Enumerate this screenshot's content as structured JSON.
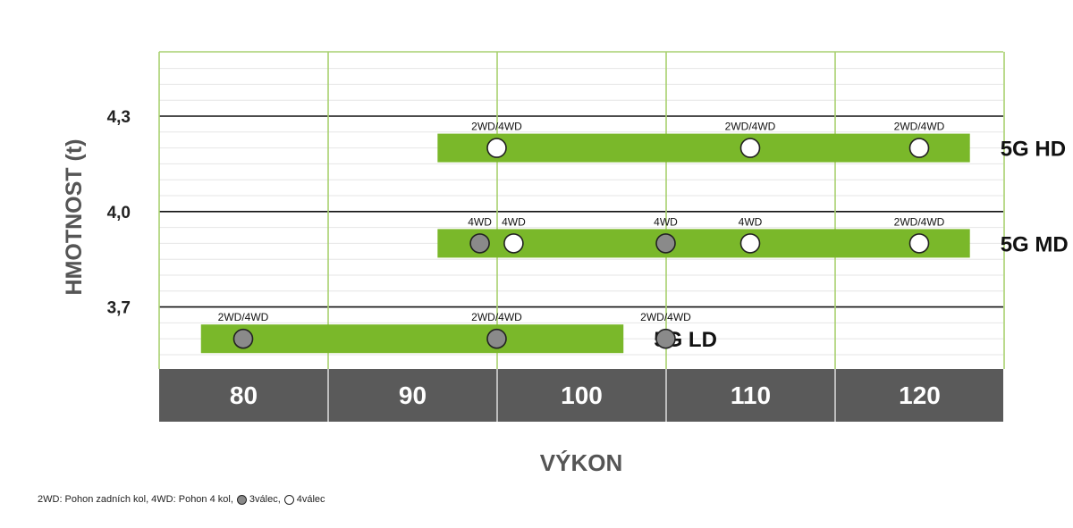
{
  "chart_data": {
    "type": "scatter",
    "xlabel": "VÝKON",
    "ylabel": "HMOTNOST (t)",
    "x_ticks": [
      "80",
      "90",
      "100",
      "110",
      "120"
    ],
    "y_ticks": [
      {
        "value": 4.3,
        "label": "4,3"
      },
      {
        "value": 4.0,
        "label": "4,0"
      },
      {
        "value": 3.7,
        "label": "3,7"
      }
    ],
    "xlim": [
      75,
      125
    ],
    "ylim": [
      3.5,
      4.5
    ],
    "grid": true,
    "bands": [
      {
        "name": "5G HD",
        "y": 4.2,
        "x_start": 91.5,
        "x_end": 123
      },
      {
        "name": "5G MD",
        "y": 3.9,
        "x_start": 91.5,
        "x_end": 123
      },
      {
        "name": "5G LD",
        "y": 3.6,
        "x_start": 77.5,
        "x_end": 102.5
      }
    ],
    "points": [
      {
        "band": "5G HD",
        "x": 95,
        "y": 4.2,
        "cyl": "4",
        "label": "2WD/4WD"
      },
      {
        "band": "5G HD",
        "x": 110,
        "y": 4.2,
        "cyl": "4",
        "label": "2WD/4WD"
      },
      {
        "band": "5G HD",
        "x": 120,
        "y": 4.2,
        "cyl": "4",
        "label": "2WD/4WD"
      },
      {
        "band": "5G MD",
        "x": 94,
        "y": 3.9,
        "cyl": "3",
        "label": "4WD"
      },
      {
        "band": "5G MD",
        "x": 96,
        "y": 3.9,
        "cyl": "4",
        "label": "4WD"
      },
      {
        "band": "5G MD",
        "x": 105,
        "y": 3.9,
        "cyl": "3",
        "label": "4WD"
      },
      {
        "band": "5G MD",
        "x": 110,
        "y": 3.9,
        "cyl": "4",
        "label": "4WD"
      },
      {
        "band": "5G MD",
        "x": 120,
        "y": 3.9,
        "cyl": "4",
        "label": "2WD/4WD"
      },
      {
        "band": "5G LD",
        "x": 80,
        "y": 3.6,
        "cyl": "3",
        "label": "2WD/4WD"
      },
      {
        "band": "5G LD",
        "x": 95,
        "y": 3.6,
        "cyl": "3",
        "label": "2WD/4WD"
      },
      {
        "band": "5G LD",
        "x": 105,
        "y": 3.6,
        "cyl": "3",
        "label": "2WD/4WD"
      }
    ],
    "colors": {
      "band": "#7ab82a",
      "column_line": "#a8d070",
      "axis_bar": "#5a5a5a",
      "cyl3": "#8a8a8a",
      "cyl4": "#ffffff"
    }
  },
  "legend": {
    "prefix": "2WD: Pohon zadních kol, 4WD: Pohon 4 kol,",
    "cyl3": "3válec,",
    "cyl4": "4válec"
  }
}
